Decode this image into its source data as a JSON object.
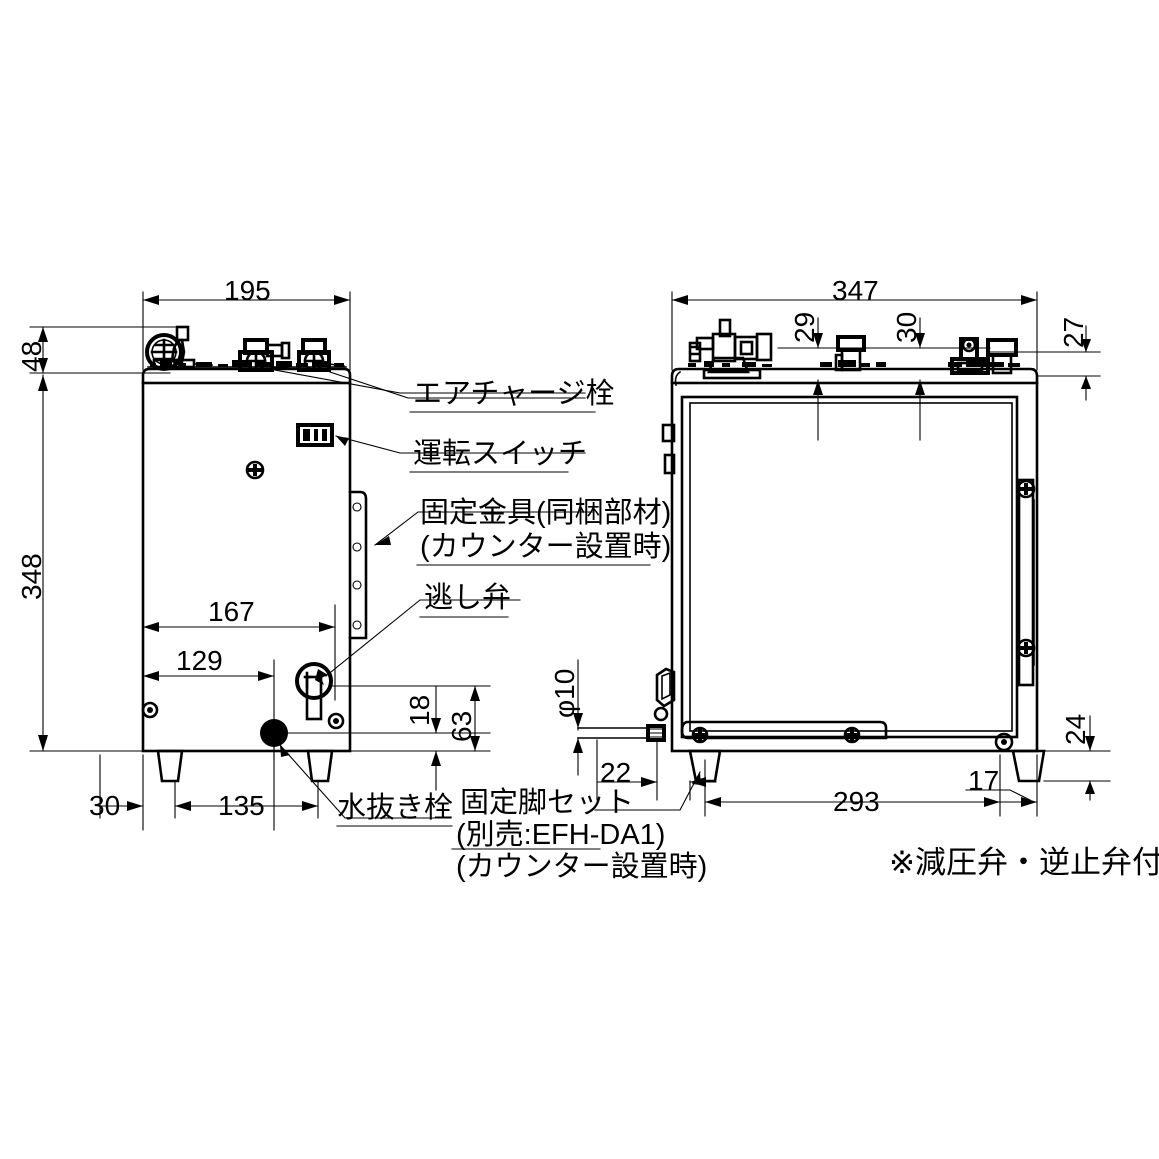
{
  "drawing": {
    "type": "technical-dimension-drawing",
    "subject": "electric water heater unit — side view and front view",
    "units": "mm"
  },
  "views": {
    "left": {
      "name": "side-view",
      "dimensions": {
        "overall_width": "195",
        "top_fitting_height": "48",
        "body_height": "348",
        "to_relief_valve": "167",
        "to_drain_plug": "129",
        "relief_valve_height": "18",
        "bottom_offset": "63",
        "left_leg_offset": "30",
        "leg_spacing": "135"
      }
    },
    "right": {
      "name": "front-view",
      "dimensions": {
        "overall_width": "347",
        "fitting_a": "29",
        "fitting_b": "30",
        "right_offset": "27",
        "drain_pipe_dia": "φ10",
        "pipe_offset": "22",
        "leg_spacing": "293",
        "right_leg_offset": "17",
        "leg_height": "24"
      }
    }
  },
  "callouts": {
    "air_charge_plug": "エアチャージ栓",
    "operation_switch": "運転スイッチ",
    "fixing_bracket_line1": "固定金具(同梱部材)",
    "fixing_bracket_line2": "(カウンター設置時)",
    "relief_valve": "逃し弁",
    "drain_plug": "水抜き栓",
    "fixed_leg_line1": "固定脚セット",
    "fixed_leg_line2": "(別売:EFH-DA1)",
    "fixed_leg_line3": "(カウンター設置時)"
  },
  "notes": {
    "bottom_right": "※減圧弁・逆止弁付"
  },
  "colors": {
    "line": "#000000",
    "background": "#ffffff"
  }
}
